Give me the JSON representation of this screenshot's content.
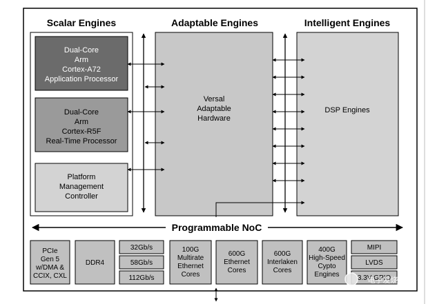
{
  "headers": {
    "scalar": "Scalar Engines",
    "adaptable": "Adaptable Engines",
    "intelligent": "Intelligent Engines"
  },
  "scalar_blocks": {
    "a72": [
      "Dual-Core",
      "Arm",
      "Cortex-A72",
      "Application Processor"
    ],
    "r5f": [
      "Dual-Core",
      "Arm",
      "Cortex-R5F",
      "Real-Time Processor"
    ],
    "pmc": [
      "Platform",
      "Management",
      "Controller"
    ]
  },
  "adaptable_block": [
    "Versal",
    "Adaptable",
    "Hardware"
  ],
  "intelligent_block": [
    "DSP Engines"
  ],
  "noc_label": "Programmable NoC",
  "io_blocks": {
    "pcie": [
      "PCIe",
      "Gen 5",
      "w/DMA &",
      "CCIX, CXL"
    ],
    "ddr4": [
      "DDR4"
    ],
    "serdes": [
      "32Gb/s",
      "58Gb/s",
      "112Gb/s"
    ],
    "eth100": [
      "100G",
      "Multirate",
      "Ethernet",
      "Cores"
    ],
    "eth600": [
      "600G",
      "Ethernet",
      "Cores"
    ],
    "interlaken": [
      "600G",
      "Interlaken",
      "Cores"
    ],
    "crypto": [
      "400G",
      "High-Speed",
      "Cypto",
      "Engines"
    ],
    "gpio": [
      "MIPI",
      "LVDS",
      "3.3V GPIO"
    ]
  },
  "watermark": "电子发烧友",
  "colors": {
    "dark_block": "#6b6b6b",
    "mid_block": "#9a9a9a",
    "light_block": "#d3d3d3",
    "panel": "#c8c8c8",
    "io_block": "#c0c0c0",
    "line": "#000000"
  }
}
